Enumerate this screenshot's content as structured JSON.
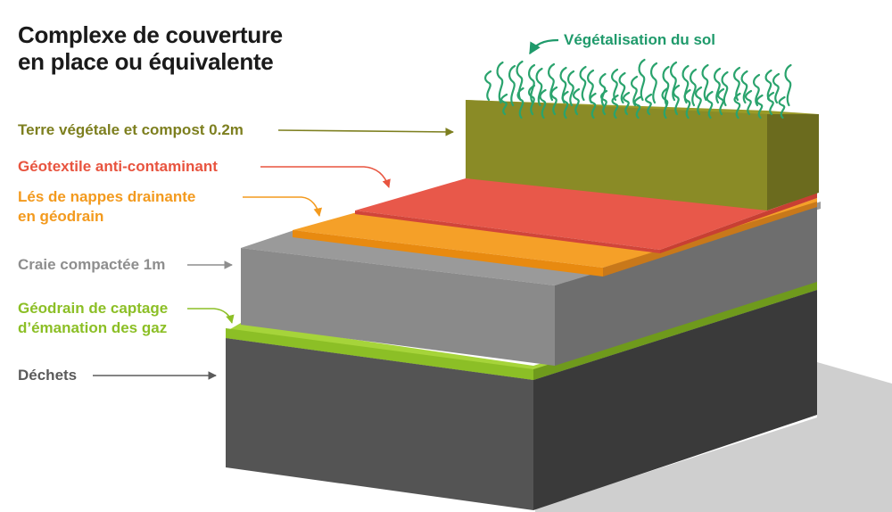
{
  "title": {
    "line1": "Complexe de couverture",
    "line2": "en place ou équivalente"
  },
  "labels": {
    "vegetation": "Végétalisation du sol",
    "topsoil": "Terre végétale et compost 0.2m",
    "geotextile": "Géotextile anti-contaminant",
    "drain_line1": "Lés de nappes drainante",
    "drain_line2": "en géodrain",
    "chalk": "Craie compactée 1m",
    "gas_line1": "Géodrain de captage",
    "gas_line2": "d’émanation des gaz",
    "waste": "Déchets"
  },
  "colors": {
    "title": "#1a1a1a",
    "vegetation": "#1f9a6b",
    "topsoil": "#7d7f1f",
    "geotextile": "#e8543f",
    "drain": "#f39a1e",
    "chalk": "#8e8e8e",
    "gas": "#8cbf26",
    "waste": "#5b5b5b"
  }
}
